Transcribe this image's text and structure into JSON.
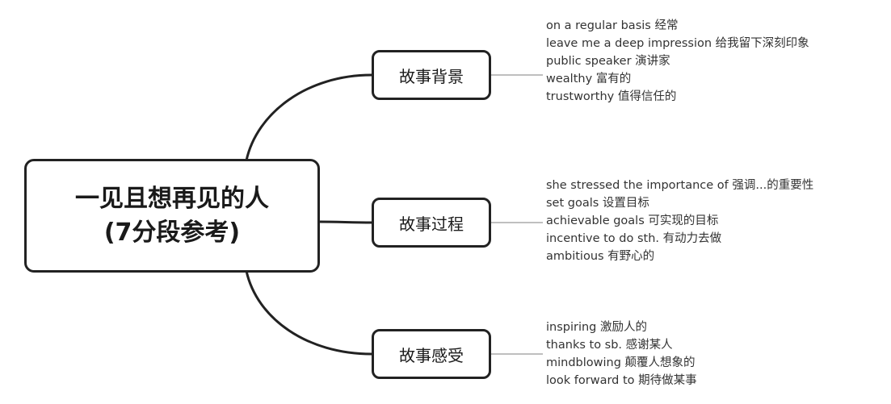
{
  "root": {
    "title_line1": "一见且想再见的人",
    "title_line2": "(7分段参考)"
  },
  "branches": [
    {
      "label": "故事背景",
      "notes": [
        "on a regular basis 经常",
        "leave me a deep impression 给我留下深刻印象",
        "public speaker 演讲家",
        "wealthy 富有的",
        "trustworthy 值得信任的"
      ]
    },
    {
      "label": "故事过程",
      "notes": [
        "she stressed the importance of 强调...的重要性",
        "set goals 设置目标",
        "achievable goals 可实现的目标",
        "incentive to do sth. 有动力去做",
        "ambitious 有野心的"
      ]
    },
    {
      "label": "故事感受",
      "notes": [
        "inspiring 激励人的",
        "thanks to sb. 感谢某人",
        "mindblowing 颠覆人想象的",
        "look forward to 期待做某事"
      ]
    }
  ],
  "colors": {
    "border": "#222222",
    "connector": "#222222",
    "note_line": "#999999",
    "text": "#333333"
  }
}
